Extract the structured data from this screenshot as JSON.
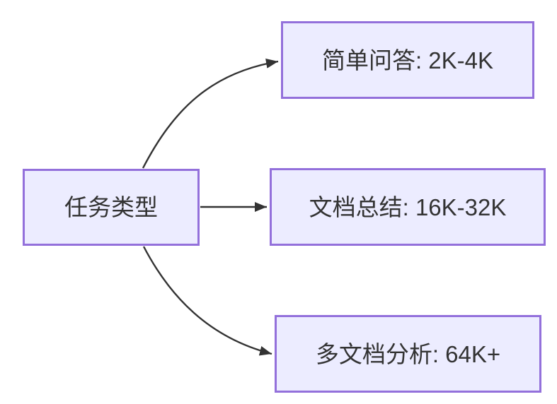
{
  "diagram": {
    "type": "flowchart",
    "direction": "left-to-right",
    "root": {
      "id": "task-type",
      "label": "任务类型"
    },
    "branches": [
      {
        "id": "simple-qa",
        "label": "简单问答: 2K-4K"
      },
      {
        "id": "doc-summary",
        "label": "文档总结: 16K-32K"
      },
      {
        "id": "multi-doc-analysis",
        "label": "多文档分析: 64K+"
      }
    ],
    "edges": [
      {
        "from": "task-type",
        "to": "simple-qa"
      },
      {
        "from": "task-type",
        "to": "doc-summary"
      },
      {
        "from": "task-type",
        "to": "multi-doc-analysis"
      }
    ],
    "colors": {
      "node_fill": "#ECECFF",
      "node_border": "#9370DB",
      "edge": "#333333",
      "text": "#333333",
      "background": "#FFFFFF"
    }
  }
}
